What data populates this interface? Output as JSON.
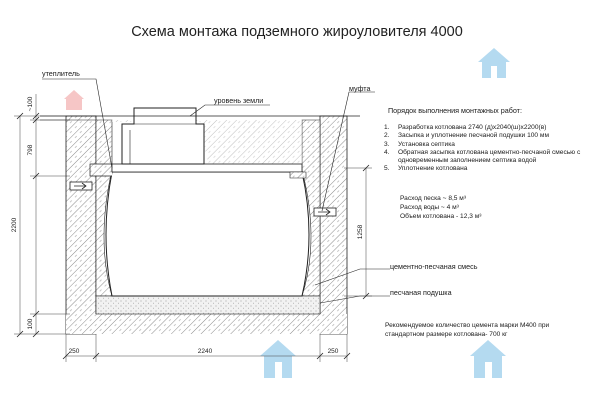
{
  "title": "Схема монтажа подземного жироуловителя 4000",
  "labels": {
    "insulation": "утеплитель",
    "ground_level": "уровень земли",
    "coupling": "муфта",
    "cement_sand": "цементно-песчаная смесь",
    "sand_cushion": "песчаная подушка"
  },
  "procedure": {
    "heading": "Порядок выполнения монтажных работ:",
    "steps": [
      {
        "num": "1.",
        "text": "Разработка котлована 2740 (д)х2040(ш)х2200(в)"
      },
      {
        "num": "2.",
        "text": "Засыпка и уплотнение песчаной подушки 100 мм"
      },
      {
        "num": "3.",
        "text": "Установка септика"
      },
      {
        "num": "4.",
        "text": "Обратная засыпка котлована цементно-песчаной смесью с одновременным заполнением септика водой"
      },
      {
        "num": "5.",
        "text": "Уплотнение котлована"
      }
    ]
  },
  "quantities": [
    "Расход песка ~ 8,5 м³",
    "Расход воды ~ 4 м³",
    "Объем котлована - 12,3 м³"
  ],
  "cement_note": "Рекомендуемое количество цемента марки М400 при стандартном размере котлована- 700 кг",
  "dimensions": {
    "d_100_top": "~100",
    "d_798": "798",
    "d_2200": "2200",
    "d_100_bottom": "100",
    "d_1258": "1258",
    "d_250_left": "250",
    "d_2240": "2240",
    "d_250_right": "250"
  },
  "colors": {
    "line": "#222222",
    "hatch": "#8a8a8a",
    "dim": "#444444",
    "tank_bg": "#ffffff",
    "logo": "#a8d4ee",
    "logo_red": "#f0a0a0"
  },
  "icons": [
    "house-logo-icon"
  ]
}
